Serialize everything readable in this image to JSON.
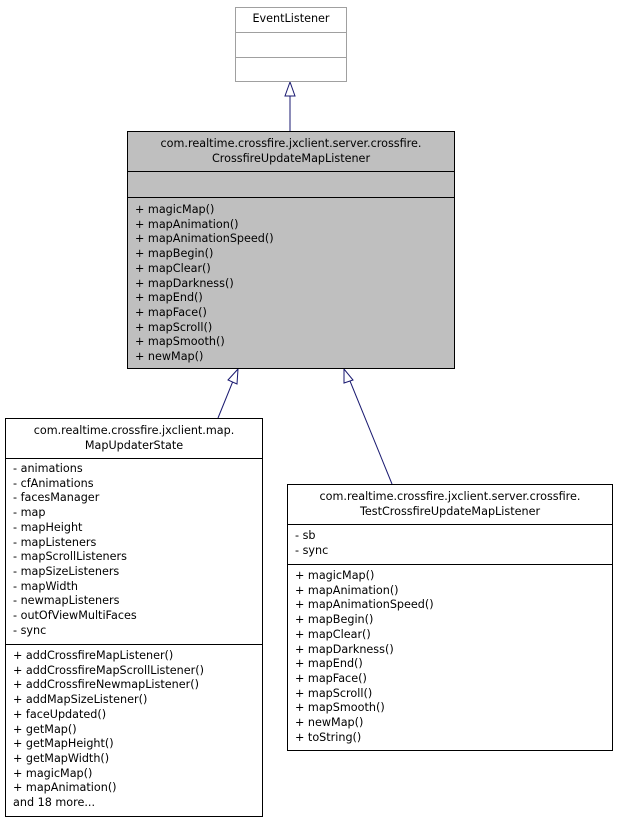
{
  "event_listener": {
    "name": "EventListener"
  },
  "crossfire_update_map_listener": {
    "name_line1": "com.realtime.crossfire.jxclient.server.crossfire.",
    "name_line2": "CrossfireUpdateMapListener",
    "attributes": [],
    "methods": [
      "+ magicMap()",
      "+ mapAnimation()",
      "+ mapAnimationSpeed()",
      "+ mapBegin()",
      "+ mapClear()",
      "+ mapDarkness()",
      "+ mapEnd()",
      "+ mapFace()",
      "+ mapScroll()",
      "+ mapSmooth()",
      "+ newMap()"
    ]
  },
  "map_updater_state": {
    "name_line1": "com.realtime.crossfire.jxclient.map.",
    "name_line2": "MapUpdaterState",
    "attributes": [
      "- animations",
      "- cfAnimations",
      "- facesManager",
      "- map",
      "- mapHeight",
      "- mapListeners",
      "- mapScrollListeners",
      "- mapSizeListeners",
      "- mapWidth",
      "- newmapListeners",
      "- outOfViewMultiFaces",
      "- sync"
    ],
    "methods": [
      "+ addCrossfireMapListener()",
      "+ addCrossfireMapScrollListener()",
      "+ addCrossfireNewmapListener()",
      "+ addMapSizeListener()",
      "+ faceUpdated()",
      "+ getMap()",
      "+ getMapHeight()",
      "+ getMapWidth()",
      "+ magicMap()",
      "+ mapAnimation()",
      "and 18 more..."
    ]
  },
  "test_crossfire_update_map_listener": {
    "name_line1": "com.realtime.crossfire.jxclient.server.crossfire.",
    "name_line2": "TestCrossfireUpdateMapListener",
    "attributes": [
      "- sb",
      "- sync"
    ],
    "methods": [
      "+ magicMap()",
      "+ mapAnimation()",
      "+ mapAnimationSpeed()",
      "+ mapBegin()",
      "+ mapClear()",
      "+ mapDarkness()",
      "+ mapEnd()",
      "+ mapFace()",
      "+ mapScroll()",
      "+ mapSmooth()",
      "+ newMap()",
      "+ toString()"
    ]
  },
  "colors": {
    "edge": "#191970",
    "highlight_fill": "#bfbfbf",
    "external_border": "#a0a0a0"
  }
}
